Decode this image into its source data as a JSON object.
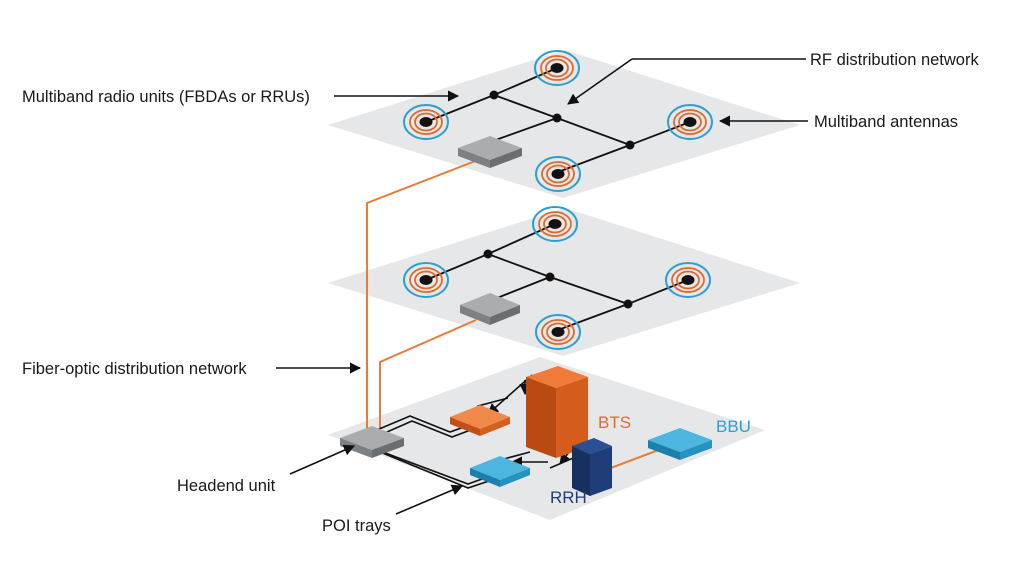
{
  "labels": {
    "multiband_radio_units": "Multiband radio units (FBDAs or RRUs)",
    "rf_distribution_network": "RF distribution network",
    "multiband_antennas": "Multiband antennas",
    "fiber_optic_distribution_network": "Fiber-optic distribution network",
    "headend_unit": "Headend unit",
    "poi_trays": "POI trays",
    "bts": "BTS",
    "bbu": "BBU",
    "rrh": "RRH"
  },
  "colors": {
    "floor": "#e6e7e9",
    "fiber": "#e87a3a",
    "antenna_outer": "#2a9fd0",
    "antenna_inner": "#e06a2c",
    "unit_gray": "#8f9396",
    "bts_orange": "#e0601f",
    "bbu_blue": "#2a9fd0",
    "rrh_navy": "#1f3d78"
  },
  "icons": {
    "antenna": "antenna-icon",
    "radio_unit": "radio-unit-icon",
    "headend": "headend-unit-icon"
  }
}
